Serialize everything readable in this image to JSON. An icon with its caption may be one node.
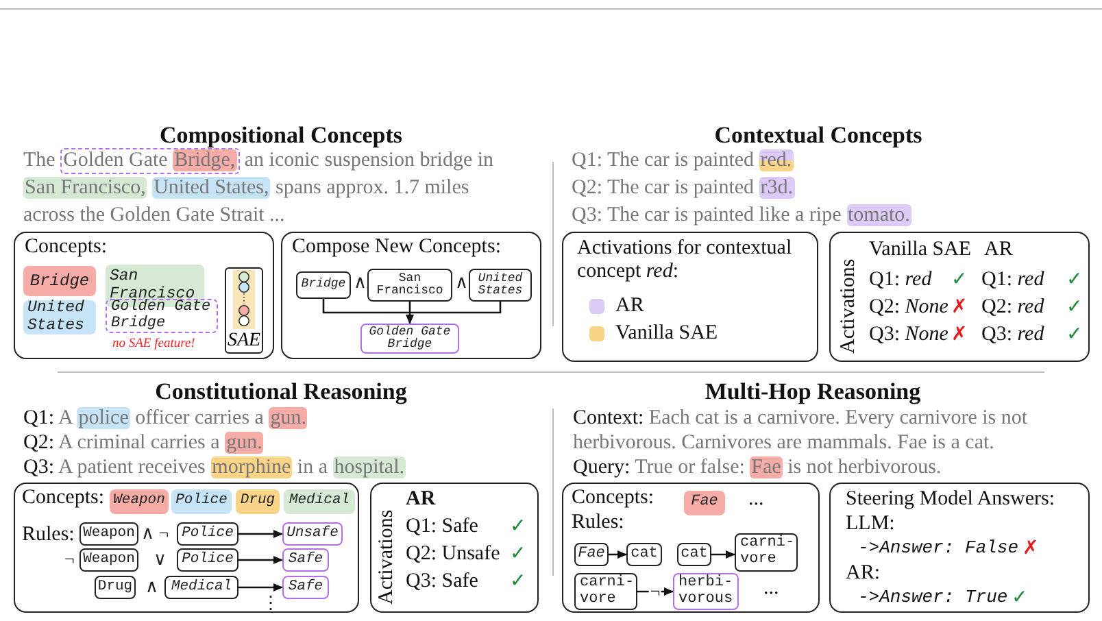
{
  "diagram": {
    "nodes": [
      {
        "text": [
          "Concepts:"
        ]
      },
      {
        "text": [
          "Bridge"
        ],
        "in": 0
      },
      {
        "text": [
          "San Francisco"
        ],
        "in": 0
      },
      {
        "text": [
          "United States"
        ],
        "in": 0
      },
      {
        "text": [
          "Golden Gate Bridge"
        ],
        "in": 0,
        "beside": [
          "no SAE feature!"
        ]
      },
      {
        "text": [
          "SAE"
        ],
        "in": 0
      },
      {
        "text": [
          "Compose New Concepts:"
        ]
      },
      {
        "text": [
          "Bridge"
        ],
        "in": 6
      },
      {
        "text": [
          "San Francisco"
        ],
        "in": 6
      },
      {
        "text": [
          "United States"
        ],
        "in": 6
      },
      {
        "text": [
          "Golden Gate Bridge"
        ],
        "in": 6
      },
      {
        "text": [
          "Activations for contextual concept *red*:"
        ]
      },
      {
        "text": [
          "Activations"
        ]
      },
      {
        "text": [
          "Concepts:",
          "Rules:"
        ]
      },
      {
        "text": [
          "Weapon"
        ],
        "in": 13
      },
      {
        "text": [
          "Police"
        ],
        "in": 13
      },
      {
        "text": [
          "Drug"
        ],
        "in": 13
      },
      {
        "text": [
          "Medical"
        ],
        "in": 13
      },
      {
        "text": [
          "Weapon"
        ],
        "in": 13
      },
      {
        "text": [
          "Police"
        ],
        "in": 13
      },
      {
        "text": [
          "Unsafe"
        ],
        "in": 13
      },
      {
        "text": [
          "Weapon"
        ],
        "in": 13
      },
      {
        "text": [
          "Police"
        ],
        "in": 13
      },
      {
        "text": [
          "Safe"
        ],
        "in": 13
      },
      {
        "text": [
          "Drug"
        ],
        "in": 13
      },
      {
        "text": [
          "Medical"
        ],
        "in": 13
      },
      {
        "text": [
          "Safe"
        ],
        "in": 13
      },
      {
        "text": [
          "Activations"
        ]
      },
      {
        "text": [
          "Concepts:",
          "Rules:"
        ]
      },
      {
        "text": [
          "Fae"
        ],
        "in": 28
      },
      {
        "text": [
          "Fae"
        ],
        "in": 28
      },
      {
        "text": [
          "cat"
        ],
        "in": 28
      },
      {
        "text": [
          "cat"
        ],
        "in": 28
      },
      {
        "text": [
          "carni- vore"
        ],
        "in": 28
      },
      {
        "text": [
          "carni- vore"
        ],
        "in": 28
      },
      {
        "text": [
          "herbi- vorous"
        ],
        "in": 28
      },
      {
        "text": [
          "Steering Model Answers:"
        ]
      },
      {
        "text": [
          "Bridge,"
        ]
      },
      {
        "text": [
          "San Francisco,"
        ]
      },
      {
        "text": [
          "United States,"
        ]
      },
      {
        "text": [
          "red."
        ]
      },
      {
        "text": [
          "r3d."
        ]
      },
      {
        "text": [
          "tomato."
        ]
      },
      {
        "text": [
          "police"
        ]
      },
      {
        "text": [
          "gun."
        ]
      },
      {
        "text": [
          "gun."
        ]
      },
      {
        "text": [
          "morphine"
        ]
      },
      {
        "text": [
          "hospital."
        ]
      },
      {
        "text": [
          "Fae"
        ]
      }
    ],
    "edges": [
      {
        "from": 7,
        "to": 10,
        "arrow": "to"
      },
      {
        "from": 8,
        "to": 10,
        "arrow": "to"
      },
      {
        "from": 9,
        "to": 10,
        "arrow": "to"
      },
      {
        "from": 19,
        "to": 20,
        "arrow": "to"
      },
      {
        "from": 22,
        "to": 23,
        "arrow": "to"
      },
      {
        "from": 25,
        "to": 26,
        "arrow": "to"
      },
      {
        "from": 30,
        "to": 31,
        "arrow": "to"
      },
      {
        "from": 32,
        "to": 33,
        "arrow": "to"
      },
      {
        "from": 34,
        "to": 35,
        "arrow": "to",
        "label": "¬"
      }
    ],
    "labels": [
      "Compositional Concepts",
      "The",
      "Golden Gate",
      "an iconic suspension bridge in",
      "spans approx. 1.7 miles across the Golden Gate Strait ...",
      "∧",
      "∧",
      "Contextual Concepts",
      "Q1: The car is painted",
      "Q2: The car is painted",
      "Q3: The car is painted like a ripe",
      "Vanilla SAE",
      "AR",
      "Q1: *red*",
      "✓",
      "Q1: *red*",
      "✓",
      "Q2: *None*",
      "✗",
      "Q2: *red*",
      "✓",
      "Q3: *None*",
      "✗",
      "Q3: *red*",
      "✓",
      "Constitutional Reasoning",
      "Q1:",
      "A",
      "officer carries a",
      "Q2:",
      "A criminal carries a",
      "Q3:",
      "A patient receives",
      "in a",
      "∧ ¬",
      "¬",
      "∨",
      "∧",
      "⋮",
      "AR",
      "Q1: Safe",
      "✓",
      "Q2: Unsafe",
      "✓",
      "Q3: Safe",
      "✓",
      "Multi-Hop Reasoning",
      "Context:",
      "Each cat is a carnivore. Every carnivore is not herbivorous. Carnivores are mammals. Fae is a cat.",
      "Query:",
      "True or false:",
      "is not herbivorous.",
      "...",
      "...",
      "LLM:",
      "->Answer: False",
      "✗",
      "AR:",
      "->Answer: True",
      "✓"
    ],
    "legend": [
      {
        "text": "AR",
        "color": "#dccbf7"
      },
      {
        "text": "Vanilla SAE",
        "color": "#f9d387"
      }
    ]
  }
}
